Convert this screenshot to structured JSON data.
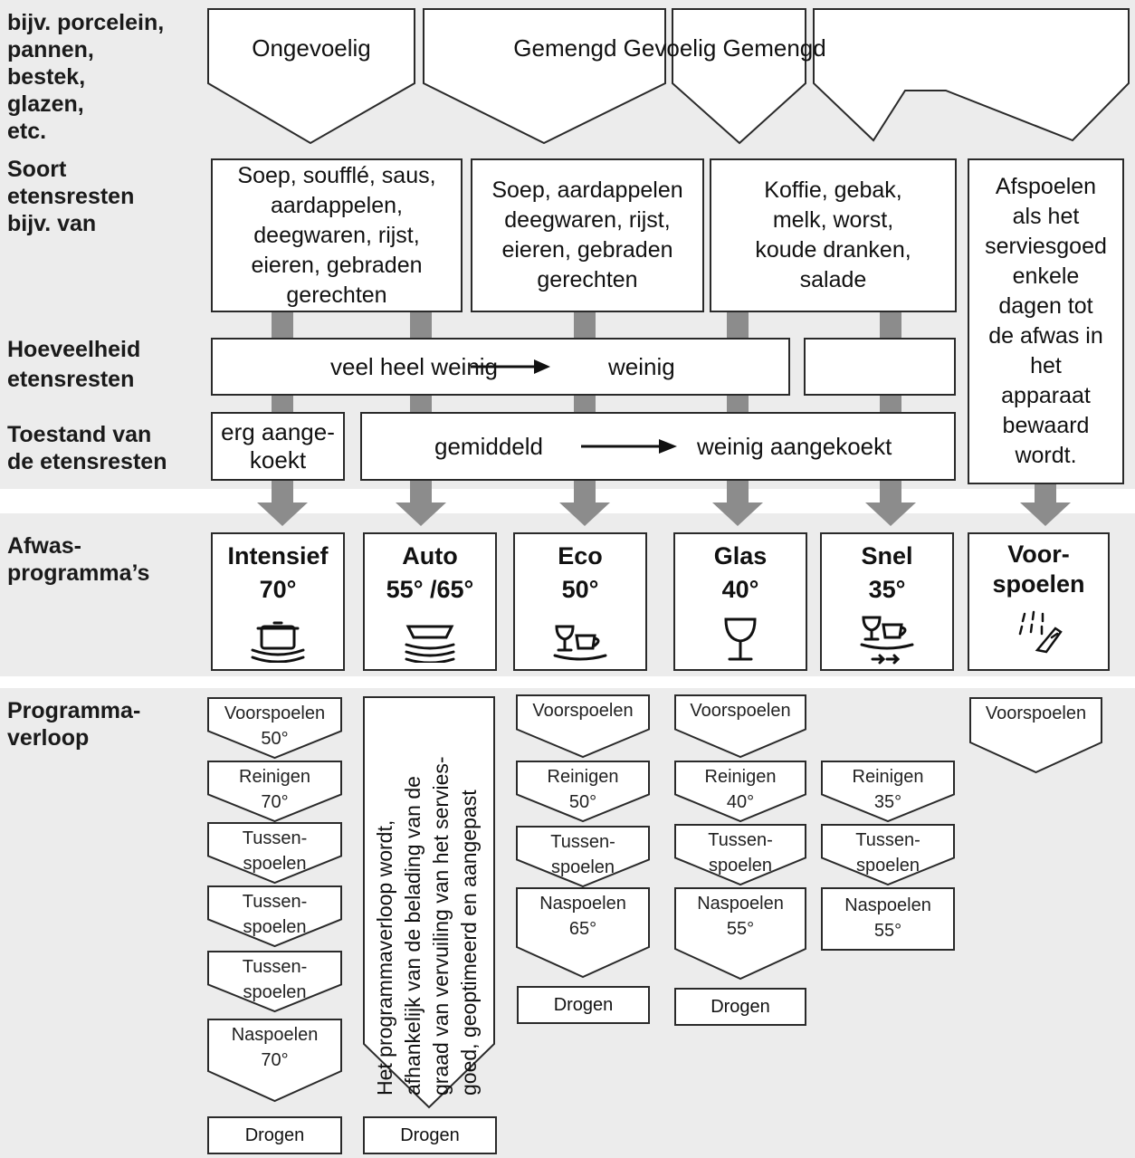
{
  "row_labels": {
    "items": "bijv. porcelein,\npannen,\nbestek,\nglazen,\netc.",
    "soil_type": "Soort\netensresten\nbijv. van",
    "soil_amount": "Hoeveelheid\netensresten",
    "soil_state": "Toestand van\nde etensresten",
    "programs": "Afwas-\nprogramma’s",
    "sequence": "Programma-\nverloop"
  },
  "item_arrows": [
    {
      "label": "Ongevoelig"
    },
    {
      "label": "Gemengd Gevoelig Gemengd"
    }
  ],
  "food_boxes": [
    {
      "text": "Soep, soufflé, saus,\naardappelen,\ndeegwaren, rijst,\neieren, gebraden\ngerechten"
    },
    {
      "text": "Soep, aardappelen\ndeegwaren, rijst,\neieren, gebraden\ngerechten"
    },
    {
      "text": "Koffie, gebak,\nmelk, worst,\nkoude dranken,\nsalade"
    },
    {
      "text": "Afspoelen\nals het\nserviesgoed\nenkele\ndagen tot\nde afwas in\nhet\napparaat\nbewaard\nwordt."
    }
  ],
  "amount": {
    "from": "veel heel weinig",
    "to": "weinig"
  },
  "state": {
    "heavy": "erg aange-\nkoekt",
    "from": "gemiddeld",
    "to": "weinig aangekoekt"
  },
  "programs": [
    {
      "name": "Intensief",
      "temp": "70°",
      "icon": "pot-on-rack-icon"
    },
    {
      "name": "Auto",
      "temp": "55° /65°",
      "icon": "plates-stack-icon"
    },
    {
      "name": "Eco",
      "temp": "50°",
      "icon": "glass-and-cup-icon"
    },
    {
      "name": "Glas",
      "temp": "40°",
      "icon": "wine-glass-icon"
    },
    {
      "name": "Snel",
      "temp": "35°",
      "icon": "glass-cup-fast-icon"
    },
    {
      "name": "Voor-\nspoelen",
      "temp": "",
      "icon": "water-spray-icon"
    }
  ],
  "sequences": {
    "intensief": [
      {
        "text": "Voorspoelen\n50°"
      },
      {
        "text": "Reinigen\n70°"
      },
      {
        "text": "Tussen-\nspoelen"
      },
      {
        "text": "Tussen-\nspoelen"
      },
      {
        "text": "Tussen-\nspoelen"
      },
      {
        "text": "Naspoelen\n70°"
      }
    ],
    "intensief_dry": "Drogen",
    "auto_note": "Het programmaverloop wordt,\nafhankelijk van de belading van de\ngraad van vervuiling van het servies-\ngoed, geoptimeerd en aangepast",
    "auto_dry": "Drogen",
    "eco": [
      {
        "text": "Voorspoelen"
      },
      {
        "text": "Reinigen\n50°"
      },
      {
        "text": "Tussen-\nspoelen"
      },
      {
        "text": "Naspoelen\n65°"
      }
    ],
    "eco_dry": "Drogen",
    "glas": [
      {
        "text": "Voorspoelen"
      },
      {
        "text": "Reinigen\n40°"
      },
      {
        "text": "Tussen-\nspoelen"
      },
      {
        "text": "Naspoelen\n55°"
      }
    ],
    "glas_dry": "Drogen",
    "snel": [
      {
        "text": "Reinigen\n35°"
      },
      {
        "text": "Tussen-\nspoelen"
      },
      {
        "text": "Naspoelen\n55°"
      }
    ],
    "voorspoelen": [
      {
        "text": "Voorspoelen"
      }
    ]
  },
  "colors": {
    "band": "#ececec",
    "connector": "#8c8c8c",
    "border": "#2a2a2a"
  }
}
